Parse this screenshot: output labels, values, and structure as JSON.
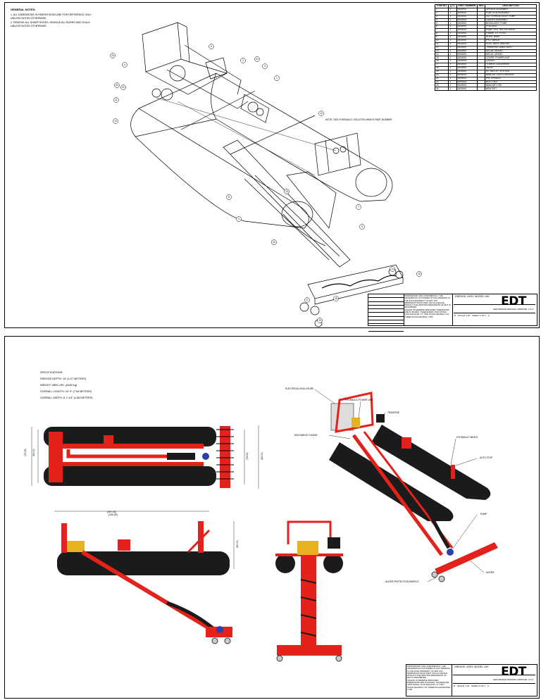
{
  "sheet1": {
    "general_notes_title": "GENERAL NOTES:",
    "general_notes": [
      "1.  ALL DIMENSIONS IN PARENTHESIS ARE FOR REFERENCE ONLY UNLESS NOTED OTHERWISE.",
      "2.  REMOVE ALL SHARP EDGES, REMOVE ALL BURRS AND SCALE UNLESS NOTED OTHERWISE."
    ],
    "bom_headers": [
      "ITEM NO.",
      "QTY.",
      "PART NUMBER",
      "REV",
      "DESCRIPTION"
    ],
    "bom_rows": [
      [
        "1",
        "1",
        "0000000",
        "",
        "DREDGE ASSEMBLY"
      ],
      [
        "2",
        "1",
        "0000000",
        "",
        "PONTOON ASSEMBLY"
      ],
      [
        "3",
        "1",
        "0000000",
        "",
        "CUTTERHEAD ASSY, PUMP"
      ],
      [
        "4",
        "1",
        "0000000",
        "",
        "LADDER ASSEMBLY"
      ],
      [
        "5",
        "1",
        "0000000",
        "",
        "BOOM ASSY, PUMP"
      ],
      [
        "6",
        "1",
        "0000000",
        "",
        "POD ASSY"
      ],
      [
        "7",
        "1",
        "0000000",
        "",
        "PUMP, HYD. MOTOR DRIVE"
      ],
      [
        "8",
        "1",
        "0000000",
        "",
        "FRAME, 10\" STEEL"
      ],
      [
        "9",
        "1",
        "0000000",
        "",
        "ROPE, WIRE"
      ],
      [
        "10",
        "1",
        "0000000",
        "",
        "HYD. WINCH"
      ],
      [
        "11",
        "1",
        "0000000",
        "",
        "ELEC. ASSY, DREDGE"
      ],
      [
        "12",
        "1",
        "0000000",
        "",
        "TRAVERSE CABLE ASSY"
      ],
      [
        "13",
        "1",
        "0000000",
        "",
        "DECAL, MODEL"
      ],
      [
        "14",
        "1",
        "0000000",
        "",
        "DECAL, MODEL"
      ],
      [
        "15",
        "1",
        "0000000",
        "",
        "COVER, POWER UNIT"
      ],
      [
        "16",
        "1",
        "0000000",
        "",
        "GASKET"
      ],
      [
        "17",
        "1",
        "0000000",
        "",
        "FLANGE, DISCHARGE"
      ],
      [
        "18",
        "1",
        "0000000",
        "",
        "VALVE"
      ],
      [
        "19",
        "1",
        "0000000",
        "",
        "KIT, AIR LIFT SYSTEM"
      ],
      [
        "20",
        "1",
        "0000000",
        "",
        "BRACKET, AUTO DREDGE"
      ],
      [
        "21",
        "1",
        "0000000",
        "",
        "PIN, SPINDLE"
      ],
      [
        "22",
        "1",
        "0000000",
        "",
        "BOLT, HEX"
      ],
      [
        "23",
        "1",
        "0000000",
        "",
        "BRACKET, PIN"
      ],
      [
        "24",
        "1",
        "0000000",
        "",
        "BRACKET"
      ]
    ],
    "hyd_note": "NOTE: SEE HYDRAULIC SOLUTION WINCH PART NUMBER",
    "balloons": [
      "23",
      "4",
      "6",
      "2",
      "24",
      "3",
      "22",
      "21",
      "11",
      "1",
      "10",
      "12",
      "8",
      "9",
      "7",
      "5",
      "14",
      "15",
      "16",
      "18",
      "19",
      "17",
      "20",
      "13"
    ]
  },
  "title_block": {
    "title": "DREDGE, ASSY, MODEL 10H",
    "company_sub": "NEW DEMAND DESIGNS, MISSOURI, U.S.A.",
    "logo": "EDT",
    "disclaimer": "PROPRIETARY AND CONFIDENTIAL. THE INFORMATION CONTAINED IN THIS DRAWING IS THE SOLE PROPERTY OF EDT. ANY REPRODUCTION IN PART OR AS A WHOLE WITHOUT THE WRITTEN PERMISSION OF EDT IS PROHIBITED.",
    "tol_note": "UNLESS OTHERWISE SPECIFIED: DIMENSIONS ARE IN INCHES. TOLERANCES: FRACTIONAL ±1/16 ANGULAR: ±1° TWO PLACE DECIMAL ±.01 THREE PLACE DECIMAL ±.005",
    "size": "B",
    "scale": "SCALE: 1:40",
    "sheet1_label": "SHEET 1 OF 2",
    "sheet2_label": "SHEET 2 OF 2",
    "rev": "A"
  },
  "sheet2": {
    "specs_title": "SPECIFICATIONS:",
    "specs": [
      "DREDGE DEPTH: 14' (4.27 METERS)",
      "WEIGHT: 9800 LBS. (4445 Kg)",
      "OVERALL LENGTH: 24' 9\" (7.54 METERS)",
      "OVERALL WIDTH: 6' 1 1/4\" (1.86 METERS)"
    ],
    "dim_top_left": "(72.25)",
    "dim_top_left2": "(64.00)",
    "dim_top_right": "(82.00)",
    "dim_top_right2": "(74.50)",
    "dim_side_overall": "(297.25)",
    "dim_side_inner": "(245.28)",
    "dim_side_height": "(65.00)",
    "callouts": [
      "ELECTRICAL ENCLOSURE",
      "HYDRAULIC POWER UNIT",
      "TRAVERSE",
      "DISCHARGE FLANGE",
      "HYDRAULIC WINCH",
      "AUTO STOP",
      "PUMP",
      "AUGER",
      "AUGER PROTECTION WHEELS"
    ]
  },
  "colors": {
    "red": "#e3221b",
    "black": "#1b1b1b",
    "line": "#000000",
    "gray": "#cfcfcf",
    "blue": "#2b3fa8",
    "yellow": "#e8b21f"
  }
}
